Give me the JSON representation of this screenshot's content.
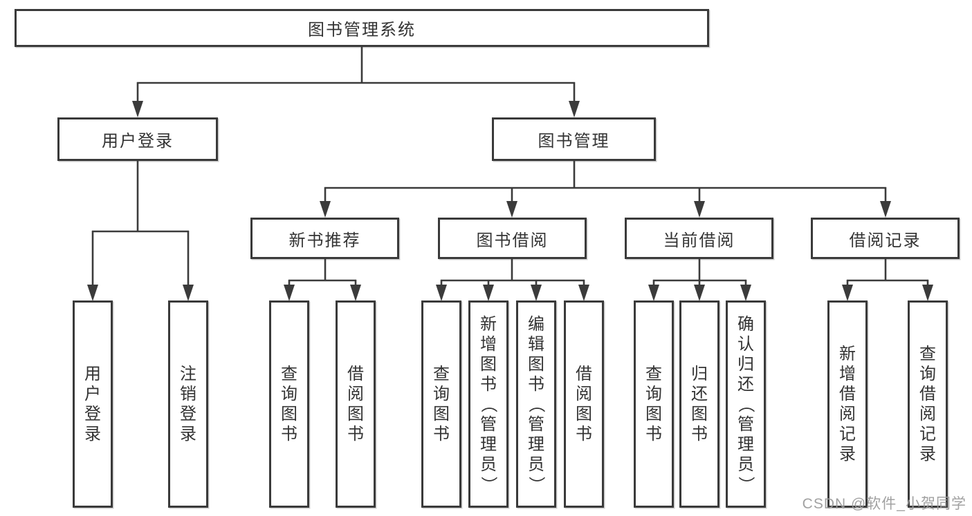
{
  "diagram": {
    "root": {
      "label": "图书管理系统"
    },
    "branches": [
      {
        "label": "用户登录",
        "children": [
          {
            "label": "用户登录"
          },
          {
            "label": "注销登录"
          }
        ]
      },
      {
        "label": "图书管理",
        "children": [
          {
            "label": "新书推荐",
            "children": [
              {
                "label": "查询图书"
              },
              {
                "label": "借阅图书"
              }
            ]
          },
          {
            "label": "图书借阅",
            "children": [
              {
                "label": "查询图书"
              },
              {
                "label": "新增图书（管理员）"
              },
              {
                "label": "编辑图书（管理员）"
              },
              {
                "label": "借阅图书"
              }
            ]
          },
          {
            "label": "当前借阅",
            "children": [
              {
                "label": "查询图书"
              },
              {
                "label": "归还图书"
              },
              {
                "label": "确认归还（管理员）"
              }
            ]
          },
          {
            "label": "借阅记录",
            "children": [
              {
                "label": "新增借阅记录"
              },
              {
                "label": "查询借阅记录"
              }
            ]
          }
        ]
      }
    ]
  },
  "watermark": {
    "text": "CSDN @软件_小贺同学"
  },
  "colors": {
    "line": "#3b3b3b",
    "text": "#333333",
    "watermark": "#9d9d9d",
    "background": "#ffffff"
  }
}
